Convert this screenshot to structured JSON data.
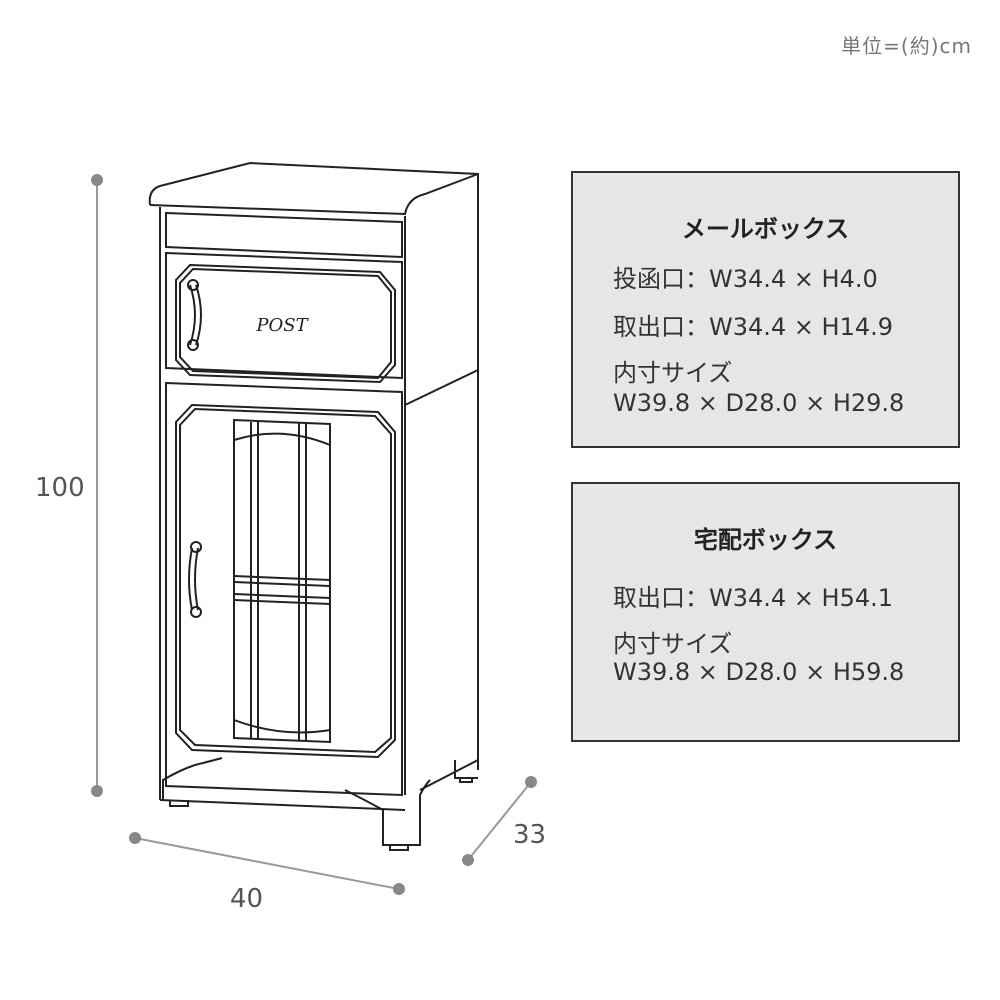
{
  "unit_label": "単位=(約)cm",
  "dimensions": {
    "height": "100",
    "width": "40",
    "depth": "33"
  },
  "product": {
    "plate_text": "POST"
  },
  "mailbox": {
    "title": "メールボックス",
    "lines": [
      "投函口：W34.4 × H4.0",
      "取出口：W34.4 × H14.9",
      "内寸サイズ",
      "W39.8 × D28.0 × H29.8"
    ]
  },
  "parcel_box": {
    "title": "宅配ボックス",
    "lines": [
      "取出口：W34.4 × H54.1",
      "内寸サイズ",
      "W39.8 × D28.0 × H59.8"
    ]
  }
}
